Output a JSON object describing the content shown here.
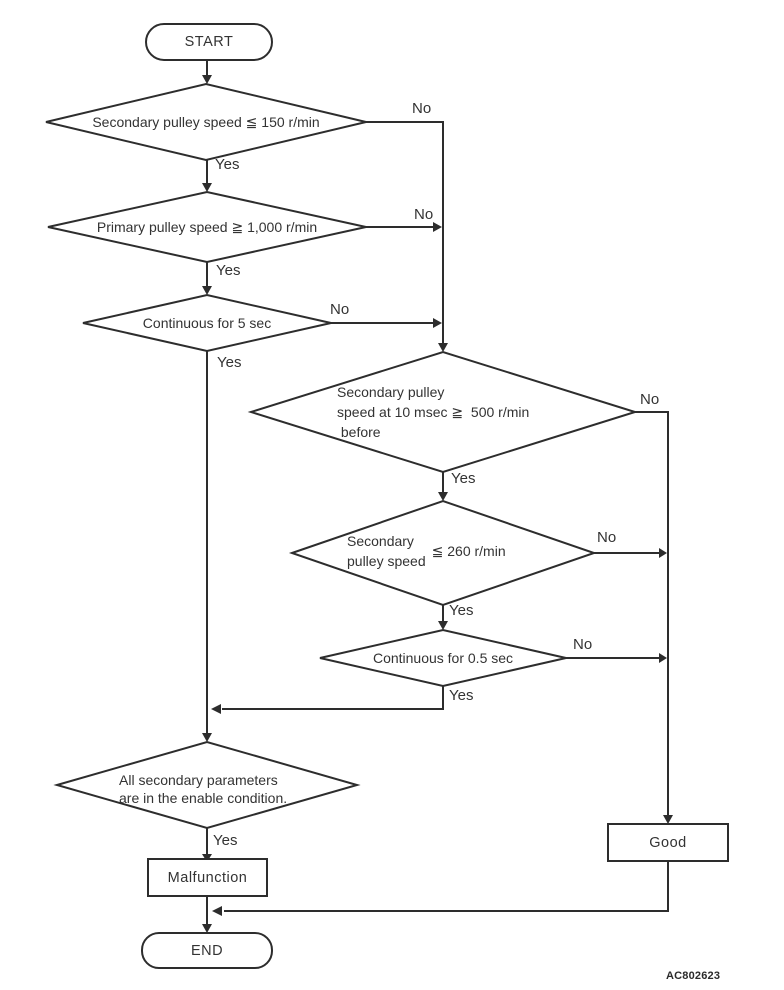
{
  "figure": {
    "code": "AC802623",
    "background_color": "#ffffff",
    "line_color": "#2d2d2d",
    "text_color": "#333333"
  },
  "nodes": {
    "start": {
      "label": "START"
    },
    "check_secondary_150": {
      "label": "Secondary pulley speed ≦ 150 r/min",
      "yes_label": "Yes",
      "no_label": "No"
    },
    "check_primary_1000": {
      "label": "Primary pulley speed ≧ 1,000 r/min",
      "yes_label": "Yes",
      "no_label": "No"
    },
    "check_continuous_5s": {
      "label": "Continuous for 5 sec",
      "yes_label": "Yes",
      "no_label": "No"
    },
    "check_secondary_500_before": {
      "label": "Secondary pulley\nspeed at 10 msec ≧  500 r/min\n before",
      "yes_label": "Yes",
      "no_label": "No"
    },
    "check_secondary_260": {
      "label": "Secondary\npulley speed",
      "condition": "≦ 260 r/min",
      "yes_label": "Yes",
      "no_label": "No"
    },
    "check_continuous_05s": {
      "label": "Continuous for 0.5 sec",
      "yes_label": "Yes",
      "no_label": "No"
    },
    "check_enable_params": {
      "label": "All secondary parameters\nare in the enable condition.",
      "yes_label": "Yes"
    },
    "malfunction": {
      "label": "Malfunction"
    },
    "good": {
      "label": "Good"
    },
    "end": {
      "label": "END"
    }
  }
}
